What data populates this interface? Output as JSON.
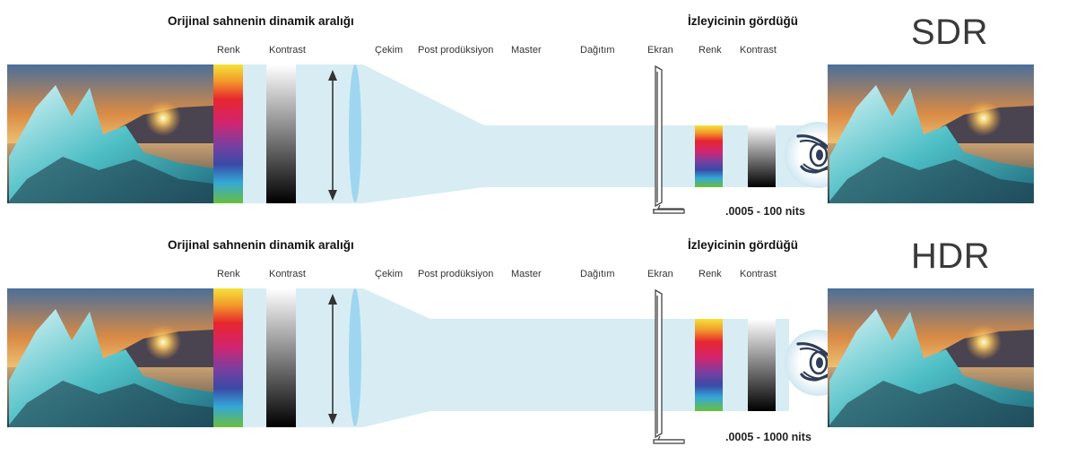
{
  "panels": [
    {
      "id": "sdr",
      "mode": "SDR",
      "scene_heading": "Orijinal sahnenin dinamik aralığı",
      "viewer_heading": "İzleyicinin gördüğü",
      "stages": [
        "Renk",
        "Kontrast",
        "Çekim",
        "Post prodüksiyon",
        "Master",
        "Dağıtım",
        "Ekran",
        "Renk",
        "Kontrast"
      ],
      "nits": ".0005 - 100 nits",
      "output_fraction": 0.45
    },
    {
      "id": "hdr",
      "mode": "HDR",
      "scene_heading": "Orijinal sahnenin dinamik aralığı",
      "viewer_heading": "İzleyicinin gördüğü",
      "stages": [
        "Renk",
        "Kontrast",
        "Çekim",
        "Post prodüksiyon",
        "Master",
        "Dağıtım",
        "Ekran",
        "Renk",
        "Kontrast"
      ],
      "nits": ".0005 - 1000 nits",
      "output_fraction": 0.66
    }
  ],
  "colors": {
    "beam": "#d7edf3",
    "lens": "#9fd6ef",
    "eye": "#2f3d57"
  },
  "icons": [
    "arrow-up-down-icon",
    "lens-icon",
    "tv-monitor-icon",
    "eye-icon"
  ]
}
